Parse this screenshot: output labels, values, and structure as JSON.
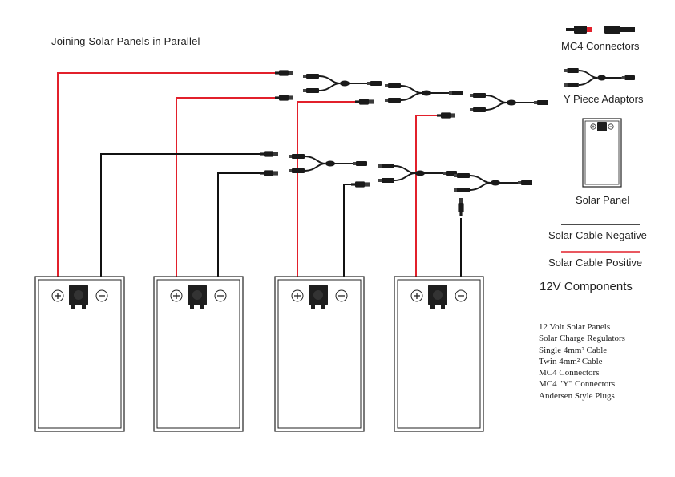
{
  "title": "Joining Solar Panels in Parallel",
  "legend": {
    "mc4_connectors": "MC4 Connectors",
    "y_piece_adaptors": "Y Piece Adaptors",
    "solar_panel": "Solar Panel",
    "cable_negative": "Solar Cable Negative",
    "cable_positive": "Solar Cable Positive"
  },
  "components": {
    "heading": "12V Components",
    "items": [
      "12 Volt Solar Panels",
      "Solar Charge Regulators",
      "Single  4mm² Cable",
      "Twin  4mm² Cable",
      "MC4 Connectors",
      "MC4 \"Y\" Connectors",
      "Andersen Style Plugs"
    ]
  },
  "panel_terminals": {
    "plus": "+",
    "minus": "−"
  },
  "colors": {
    "positive": "#e2202b",
    "negative": "#111111",
    "panel_outline": "#222222",
    "connector": "#1a1a1a"
  }
}
